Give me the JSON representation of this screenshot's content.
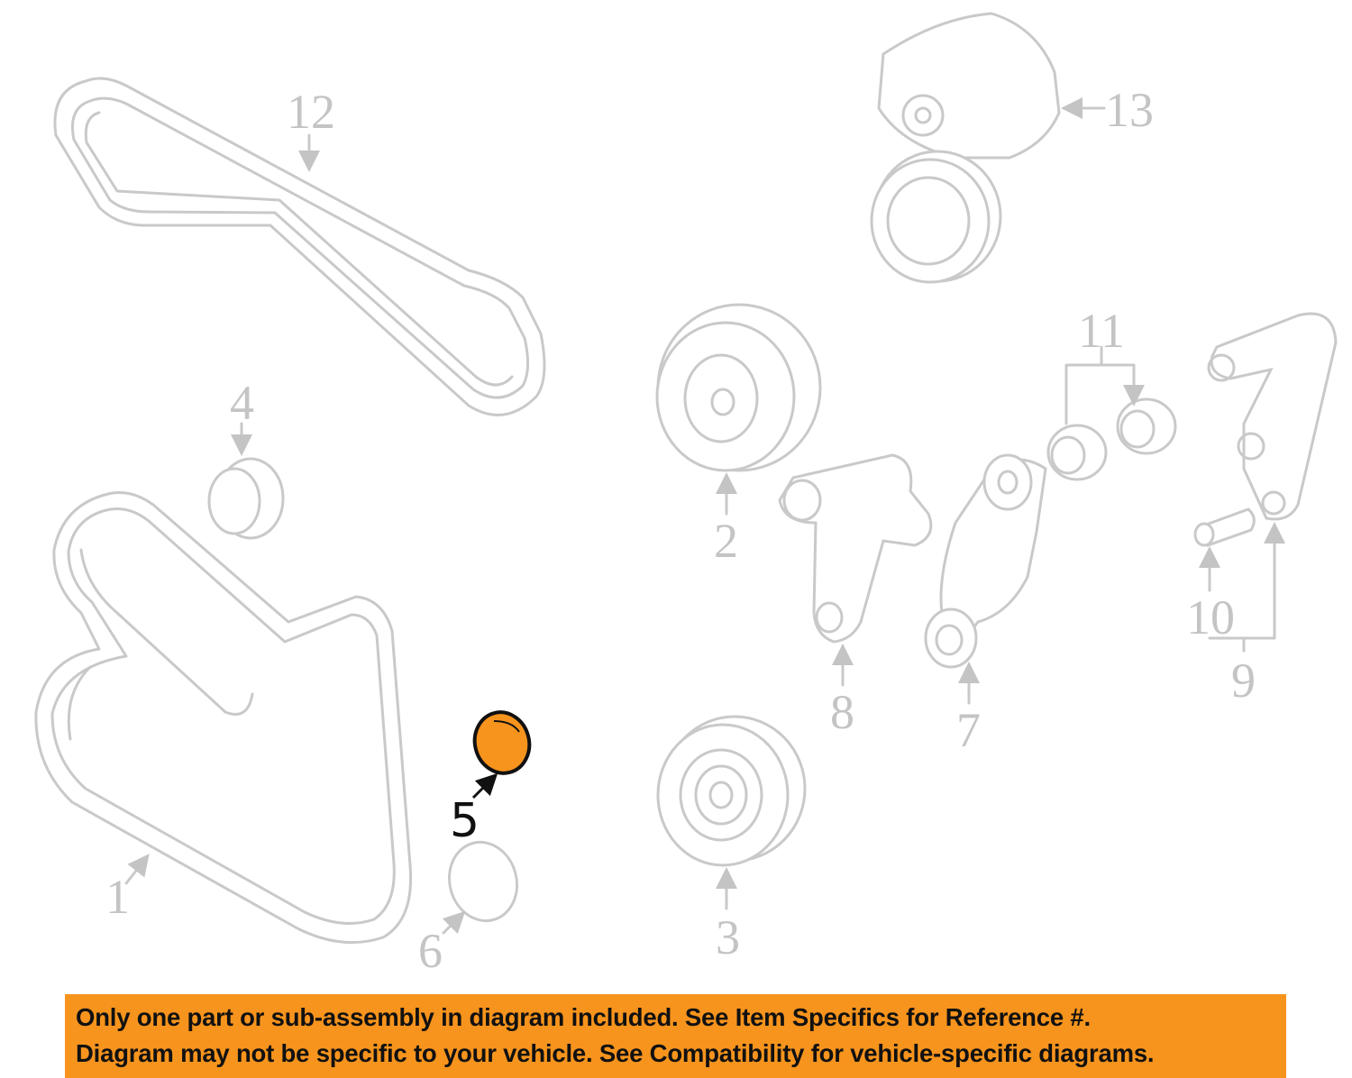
{
  "diagram": {
    "callouts": [
      {
        "id": "1",
        "label": "1"
      },
      {
        "id": "2",
        "label": "2"
      },
      {
        "id": "3",
        "label": "3"
      },
      {
        "id": "4",
        "label": "4"
      },
      {
        "id": "5",
        "label": "5",
        "highlighted": true
      },
      {
        "id": "6",
        "label": "6"
      },
      {
        "id": "7",
        "label": "7"
      },
      {
        "id": "8",
        "label": "8"
      },
      {
        "id": "9",
        "label": "9"
      },
      {
        "id": "10",
        "label": "10"
      },
      {
        "id": "11",
        "label": "11"
      },
      {
        "id": "12",
        "label": "12"
      },
      {
        "id": "13",
        "label": "13"
      }
    ],
    "colors": {
      "highlight": "#f7941d",
      "line": "#c9c9c9",
      "label": "#c4c4c4"
    }
  },
  "banner": {
    "line1": "Only one part or sub-assembly in diagram included. See Item Specifics for Reference #.",
    "line2": "Diagram may not be specific to your vehicle. See Compatibility for vehicle-specific diagrams."
  }
}
